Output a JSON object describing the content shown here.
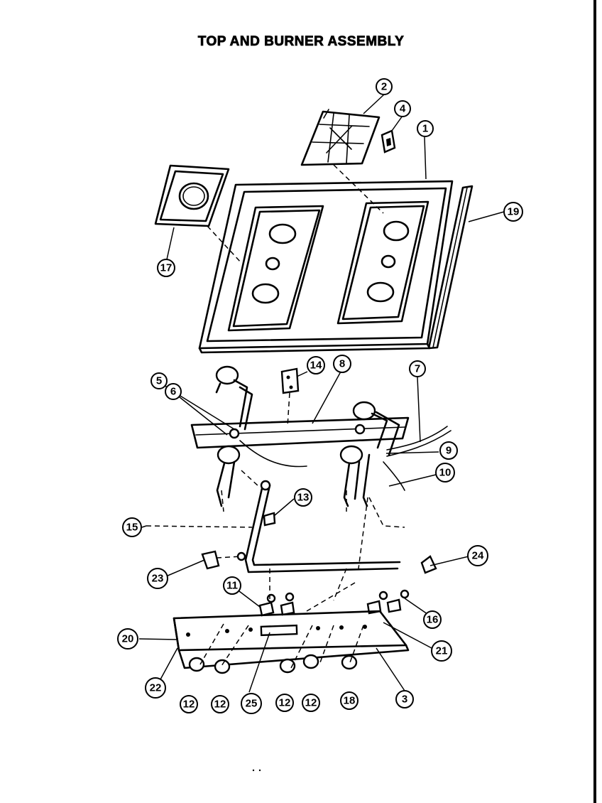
{
  "title": "TOP AND BURNER ASSEMBLY",
  "callouts": [
    "1",
    "2",
    "3",
    "4",
    "5",
    "6",
    "7",
    "8",
    "9",
    "10",
    "11",
    "12",
    "12",
    "12",
    "12",
    "13",
    "14",
    "15",
    "16",
    "17",
    "18",
    "19",
    "20",
    "21",
    "22",
    "23",
    "24",
    "25"
  ],
  "colors": {
    "ink": "#000000",
    "paper": "#ffffff"
  }
}
